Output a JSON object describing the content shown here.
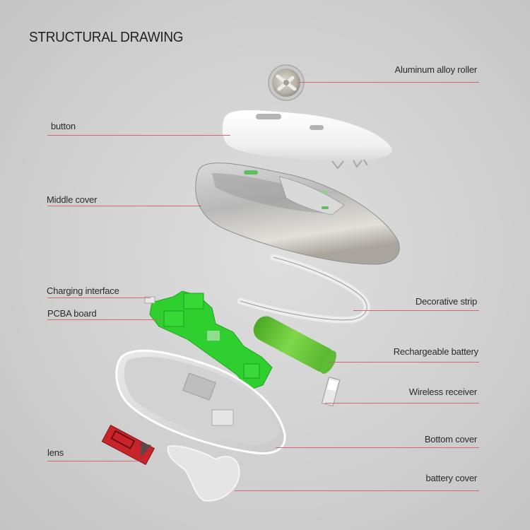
{
  "title": "STRUCTURAL DRAWING",
  "colors": {
    "leader_line": "#d06a72",
    "background": "#d3d3d3",
    "pcba": "#2fcf2f",
    "battery": "#6fc83a",
    "lens": "#c8242a",
    "silver": "#b9b6ae",
    "white_part": "#f2f2f2"
  },
  "labels_left": [
    {
      "id": "button",
      "text": "button"
    },
    {
      "id": "middle-cover",
      "text": "Middle cover"
    },
    {
      "id": "charging-interface",
      "text": "Charging interface"
    },
    {
      "id": "pcba-board",
      "text": "PCBA board"
    },
    {
      "id": "lens",
      "text": "lens"
    }
  ],
  "labels_right": [
    {
      "id": "aluminum-alloy-roller",
      "text": "Aluminum alloy roller"
    },
    {
      "id": "decorative-strip",
      "text": "Decorative strip"
    },
    {
      "id": "rechargeable-battery",
      "text": "Rechargeable battery"
    },
    {
      "id": "wireless-receiver",
      "text": "Wireless receiver"
    },
    {
      "id": "bottom-cover",
      "text": "Bottom cover"
    },
    {
      "id": "battery-cover",
      "text": "battery cover"
    }
  ]
}
